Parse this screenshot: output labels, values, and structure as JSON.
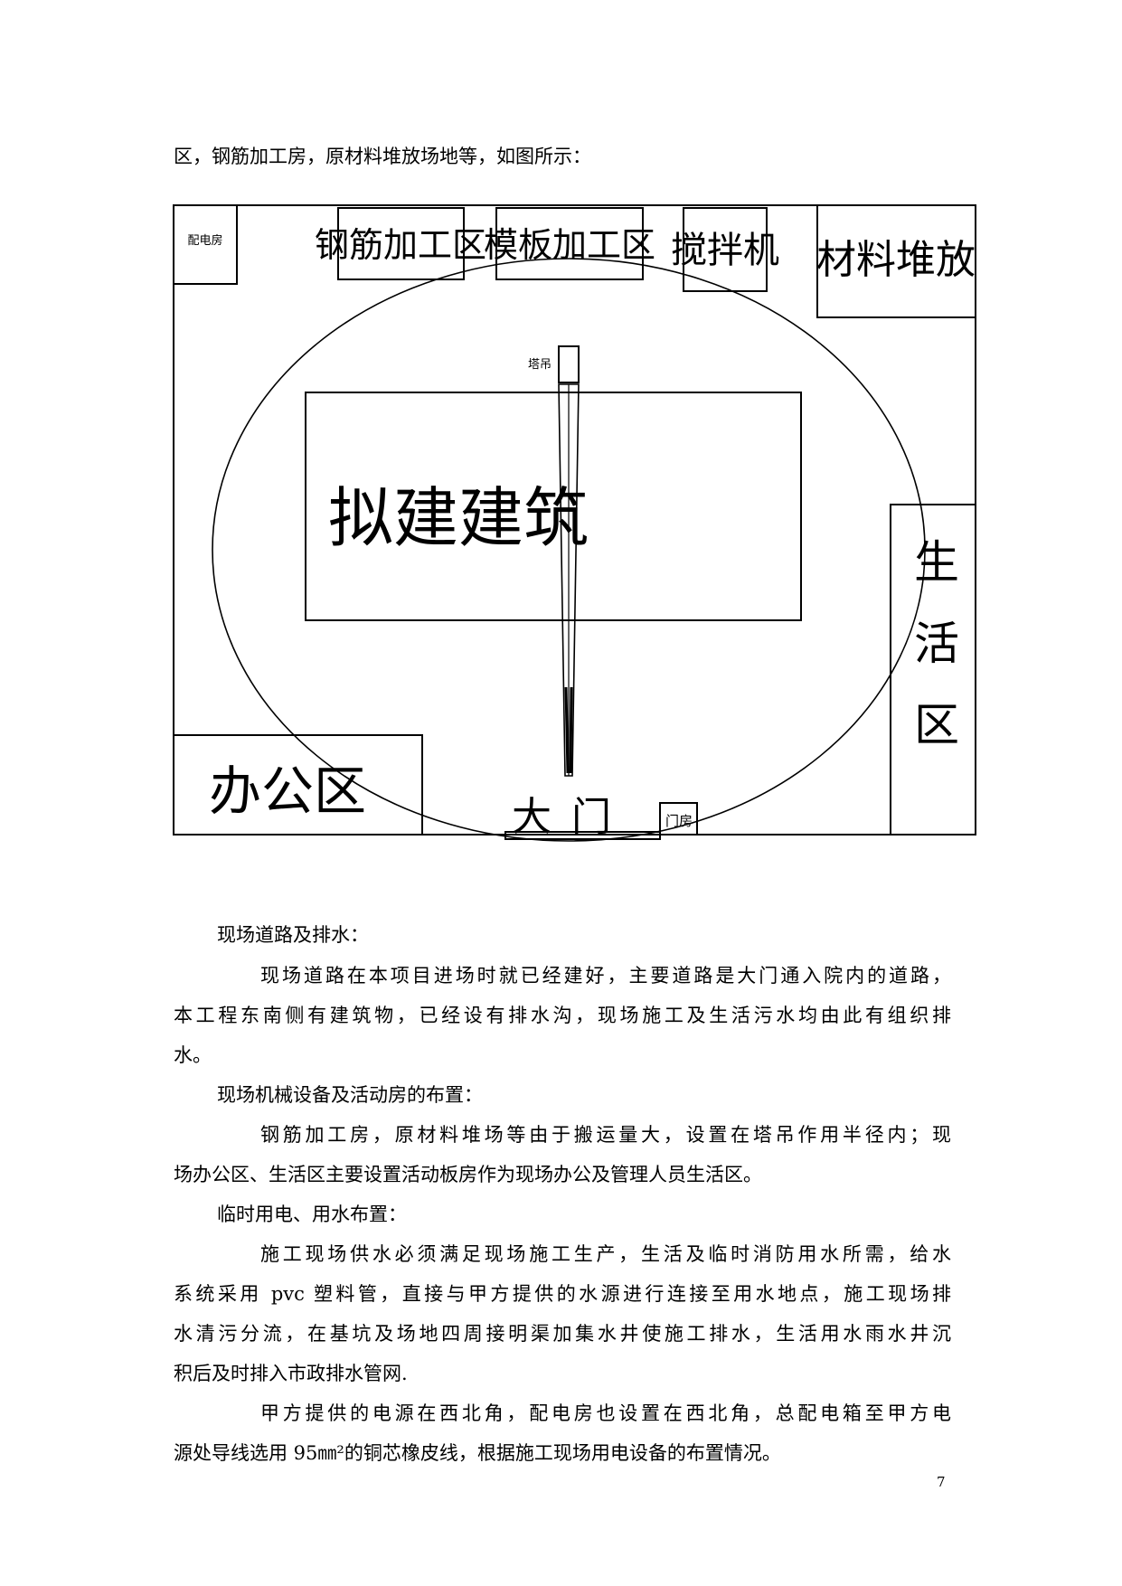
{
  "intro_line": "区，钢筋加工房，原材料堆放场地等，如图所示：",
  "site_plan": {
    "power_room": "配电房",
    "rebar_area": "钢筋加工区",
    "formwork_area": "模板加工区",
    "mixer": "搅拌机",
    "material_storage": "材料堆放",
    "tower_crane": "塔吊",
    "proposed_building": "拟建建筑",
    "living_area": "生活区",
    "office_area": "办公区",
    "main_gate": "大门",
    "gate_house": "门房"
  },
  "sections": {
    "roads_heading": "现场道路及排水：",
    "roads_p1_l1": "现场道路在本项目进场时就已经建好，主要道路是大门通入院内的道路，",
    "roads_p1_l2": "本工程东南侧有建筑物，已经设有排水沟，现场施工及生活污水均由此有组织排",
    "roads_p1_l3": "水。",
    "machinery_heading": "现场机械设备及活动房的布置：",
    "machinery_p1_l1": "钢筋加工房，原材料堆场等由于搬运量大，设置在塔吊作用半径内；现",
    "machinery_p1_l2": "场办公区、生活区主要设置活动板房作为现场办公及管理人员生活区。",
    "utilities_heading": "临时用电、用水布置：",
    "water_l1": "施工现场供水必须满足现场施工生产，生活及临时消防用水所需，给水",
    "water_l2": "系统采用 pvc 塑料管，直接与甲方提供的水源进行连接至用水地点，施工现场排",
    "water_l3": "水清污分流，在基坑及场地四周接明渠加集水井使施工排水，生活用水雨水井沉",
    "water_l4": "积后及时排入市政排水管网.",
    "power_l1": "甲方提供的电源在西北角，配电房也设置在西北角，总配电箱至甲方电",
    "power_l2": "源处导线选用 95㎜²的铜芯橡皮线，根据施工现场用电设备的布置情况。"
  },
  "page_number": "7"
}
